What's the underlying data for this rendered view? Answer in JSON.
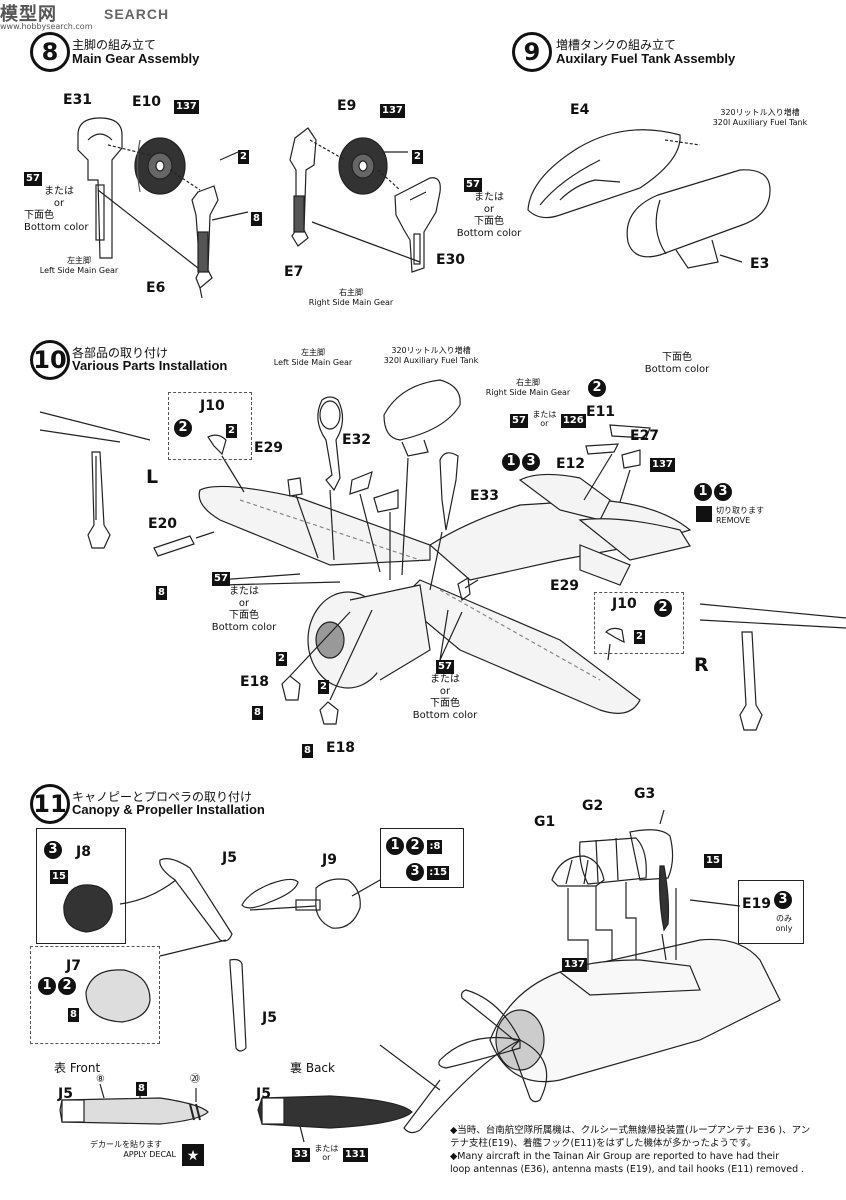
{
  "watermark": {
    "logo": "模型网",
    "search": "SEARCH",
    "sub": "www.hobbysearch.com"
  },
  "step8": {
    "num": "8",
    "jp": "主脚の組み立て",
    "en": "Main Gear Assembly",
    "parts": [
      "E31",
      "E10",
      "E6",
      "E9",
      "E7",
      "E30"
    ],
    "paint137": "137",
    "paint2": "2",
    "paint8": "8",
    "paint57": "57",
    "mataha": "または",
    "or": "or",
    "bottom_jp": "下面色",
    "bottom_en": "Bottom color",
    "left_jp": "左主脚",
    "left_en": "Left Side Main Gear",
    "right_jp": "右主脚",
    "right_en": "Right Side Main Gear"
  },
  "step9": {
    "num": "9",
    "jp": "増槽タンクの組み立て",
    "en": "Auxilary Fuel Tank Assembly",
    "parts": [
      "E4",
      "E3"
    ],
    "tank_jp": "320リットル入り増槽",
    "tank_en": "320l Auxiliary Fuel Tank"
  },
  "step10": {
    "num": "10",
    "jp": "各部品の取り付け",
    "en": "Various Parts Installation",
    "parts": [
      "J10",
      "E29",
      "E32",
      "E33",
      "E20",
      "E18",
      "E18",
      "E11",
      "E12",
      "E27",
      "E29",
      "J10"
    ],
    "L": "L",
    "R": "R",
    "remove_jp": "切り取ります",
    "remove_en": "REMOVE",
    "n126": "126",
    "c1": "1",
    "c2": "2",
    "c3": "3"
  },
  "step11": {
    "num": "11",
    "jp": "キャノピーとプロペラの取り付け",
    "en": "Canopy & Propeller Installation",
    "parts": [
      "J8",
      "J7",
      "J5",
      "J5",
      "J9",
      "G1",
      "G2",
      "G3",
      "E19"
    ],
    "p15": "15",
    "p8": "8",
    "colon8": ":8",
    "colon15": ":15",
    "nomi": "のみ",
    "only": "only",
    "front_jp": "表",
    "front_en": "Front",
    "back_jp": "裏",
    "back_en": "Back",
    "decal_jp": "デカールを貼ります",
    "decal_en": "APPLY DECAL",
    "d8": "⑧",
    "d20": "⑳",
    "p33": "33",
    "p131": "131"
  },
  "note": {
    "jp1": "◆当時、台南航空隊所属機は、クルシー式無線帰投装置(ループアンテナ E36 )、アン",
    "jp2": "テナ支柱(E19)、着艦フック(E11)をはずした機体が多かったようです。",
    "en1": "◆Many aircraft in the Tainan Air Group are reported to have had their",
    "en2": "loop antennas (E36), antenna masts (E19), and tail hooks (E11) removed ."
  }
}
